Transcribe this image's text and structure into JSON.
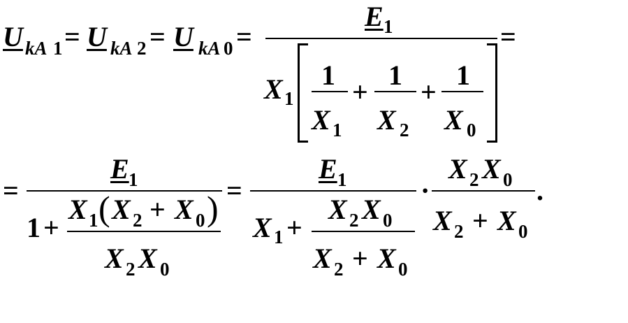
{
  "line1": {
    "U": "U",
    "sub_kA1": "kA",
    "sub_kA1_n": "1",
    "sub_kA2": "kA",
    "sub_kA2_n": "2",
    "sub_kA0": "kA",
    "sub_kA0_n": "0",
    "eq": "=",
    "E": "E",
    "one": "1",
    "X": "X",
    "plus": "+",
    "n1": "1",
    "n2": "2",
    "n0": "0"
  },
  "line2": {
    "eq": "=",
    "E": "E",
    "one": "1",
    "plus": "+",
    "X": "X",
    "lparen": "(",
    "rparen": ")",
    "n1": "1",
    "n2": "2",
    "n0": "0",
    "dot": "·",
    "period": "."
  }
}
